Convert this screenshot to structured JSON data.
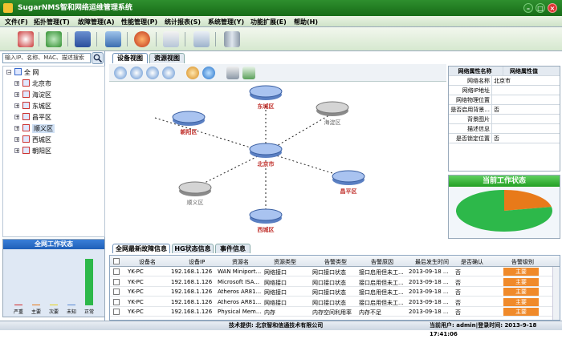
{
  "window": {
    "title": "SugarNMS智和网络运维管理系统"
  },
  "menu": [
    "文件(F)",
    "拓扑管理(T)",
    "故障管理(A)",
    "性能管理(P)",
    "统计报表(S)",
    "系统管理(Y)",
    "功能扩展(E)",
    "帮助(H)"
  ],
  "search": {
    "placeholder": "输入IP、名称、MAC、描述搜索"
  },
  "tree": {
    "root": "全 网",
    "items": [
      "北京市",
      "海淀区",
      "东城区",
      "昌平区",
      "顺义区",
      "西城区",
      "朝阳区"
    ]
  },
  "overall_panel": {
    "title": "全网工作状态",
    "chart_data": {
      "type": "bar",
      "categories": [
        "严重",
        "主要",
        "次要",
        "未知",
        "正常"
      ],
      "values": [
        0,
        0,
        0,
        0,
        100
      ],
      "ylim": [
        0,
        100
      ]
    }
  },
  "view_tabs": [
    "设备视图",
    "资源视图"
  ],
  "topology": {
    "center": "北京市",
    "nodes": [
      "东城区",
      "海淀区",
      "朝阳区",
      "昌平区",
      "顺义区",
      "西城区"
    ]
  },
  "properties": {
    "headers": [
      "网络属性名称",
      "网络属性值"
    ],
    "rows": [
      [
        "网络名称",
        "北京市"
      ],
      [
        "网络IP地址",
        ""
      ],
      [
        "网络物理位置",
        ""
      ],
      [
        "是否启用背景...",
        "否"
      ],
      [
        "背景图片",
        ""
      ],
      [
        "描述信息",
        ""
      ],
      [
        "是否锁定位置",
        "否"
      ]
    ]
  },
  "current_status": {
    "title": "当前工作状态",
    "chart_data": {
      "type": "pie",
      "labels": [
        "严重",
        "主要",
        "次要",
        "未知",
        "正常"
      ],
      "values": [
        0,
        22,
        0,
        0,
        78
      ],
      "colors": [
        "#d12b2b",
        "#e87a1a",
        "#e8d41a",
        "#5a8ad4",
        "#2db84a"
      ]
    }
  },
  "alarm_tabs": [
    "全网最新故障信息",
    "HG状态信息",
    "事件信息"
  ],
  "alarm_table": {
    "headers": [
      "设备名",
      "设备IP",
      "资源名",
      "资源类型",
      "告警类型",
      "告警原因",
      "最后发生时间",
      "是否确认",
      "告警级别"
    ],
    "rows": [
      [
        "YK-PC",
        "192.168.1.126",
        "WAN Miniport...",
        "网络接口",
        "网口接口状态",
        "接口启用但未工...",
        "2013-09-18 ...",
        "否",
        "主要"
      ],
      [
        "YK-PC",
        "192.168.1.126",
        "Microsoft ISA...",
        "网络接口",
        "网口接口状态",
        "接口启用但未工...",
        "2013-09-18 ...",
        "否",
        "主要"
      ],
      [
        "YK-PC",
        "192.168.1.126",
        "Atheros AR81...",
        "网络接口",
        "网口接口状态",
        "接口启用但未工...",
        "2013-09-18 ...",
        "否",
        "主要"
      ],
      [
        "YK-PC",
        "192.168.1.126",
        "Atheros AR81...",
        "网络接口",
        "网口接口状态",
        "接口启用但未工...",
        "2013-09-18 ...",
        "否",
        "主要"
      ],
      [
        "YK-PC",
        "192.168.1.126",
        "Physical Mem...",
        "内存",
        "内存空间利用率",
        "内存不足",
        "2013-09-18 ...",
        "否",
        "主要"
      ]
    ]
  },
  "statusbar": {
    "provider": "技术提供: 北京智和信通技术有限公司",
    "user": "当前用户: admin|登录时间: 2013-9-18  17:41:06"
  }
}
